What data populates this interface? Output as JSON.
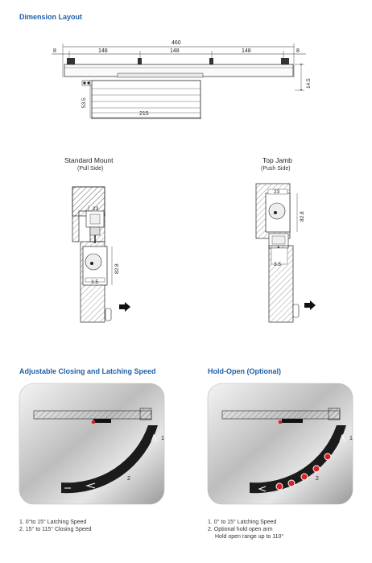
{
  "headings": {
    "dimension_layout": "Dimension Layout",
    "adjustable_speed": "Adjustable Closing and Latching Speed",
    "hold_open": "Hold-Open (Optional)"
  },
  "mounts": {
    "standard_title": "Standard Mount",
    "standard_sub": "(Pull Side)",
    "topjamb_title": "Top Jamb",
    "topjamb_sub": "(Push Side)"
  },
  "dims": {
    "total": "460",
    "left_edge": "8",
    "right_edge": "8",
    "seg1": "148",
    "seg2": "148",
    "seg3": "148",
    "height_right": "14.5",
    "height_left": "53.5",
    "body_length": "215",
    "mount_top": "23",
    "mount_body": "82.8",
    "mount_bottom": "3.5"
  },
  "arc_labels": {
    "one": "1",
    "two": "2"
  },
  "notes_left": [
    "1. 0°to 15° Latching Speed",
    "2. 15° to 115° Closing Speed"
  ],
  "notes_right": [
    "1. 0° to 15° Latching Speed",
    "2. Optional hold open arm",
    "Hold open range up to 110°"
  ],
  "colors": {
    "heading": "#1f5fa8",
    "hold_dot": "#d8202a",
    "arc": "#1b1b1b"
  }
}
